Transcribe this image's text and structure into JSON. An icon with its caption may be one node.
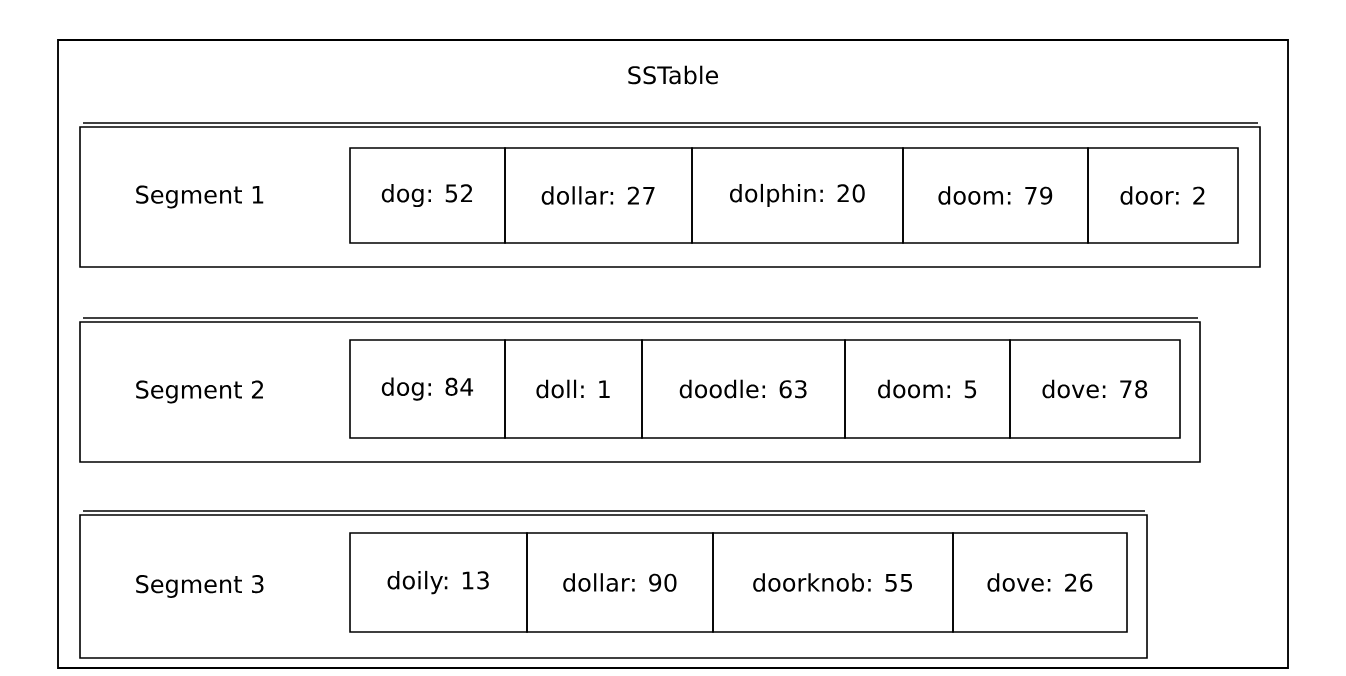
{
  "diagram": {
    "nodes": [
      {
        "text": [
          "SSTable"
        ]
      },
      {
        "text": [
          "Segment 1"
        ],
        "in": 0
      },
      {
        "text": [
          "dog: 52"
        ],
        "in": 1
      },
      {
        "text": [
          "dollar: 27"
        ],
        "in": 1
      },
      {
        "text": [
          "dolphin: 20"
        ],
        "in": 1
      },
      {
        "text": [
          "doom: 79"
        ],
        "in": 1
      },
      {
        "text": [
          "door: 2"
        ],
        "in": 1
      },
      {
        "text": [
          "Segment 2"
        ],
        "in": 0
      },
      {
        "text": [
          "dog: 84"
        ],
        "in": 7
      },
      {
        "text": [
          "doll: 1"
        ],
        "in": 7
      },
      {
        "text": [
          "doodle: 63"
        ],
        "in": 7
      },
      {
        "text": [
          "doom: 5"
        ],
        "in": 7
      },
      {
        "text": [
          "dove: 78"
        ],
        "in": 7
      },
      {
        "text": [
          "Segment 3"
        ],
        "in": 0
      },
      {
        "text": [
          "doily: 13"
        ],
        "in": 13
      },
      {
        "text": [
          "dollar: 90"
        ],
        "in": 13
      },
      {
        "text": [
          "doorknob: 55"
        ],
        "in": 13
      },
      {
        "text": [
          "dove: 26"
        ],
        "in": 13
      }
    ]
  }
}
